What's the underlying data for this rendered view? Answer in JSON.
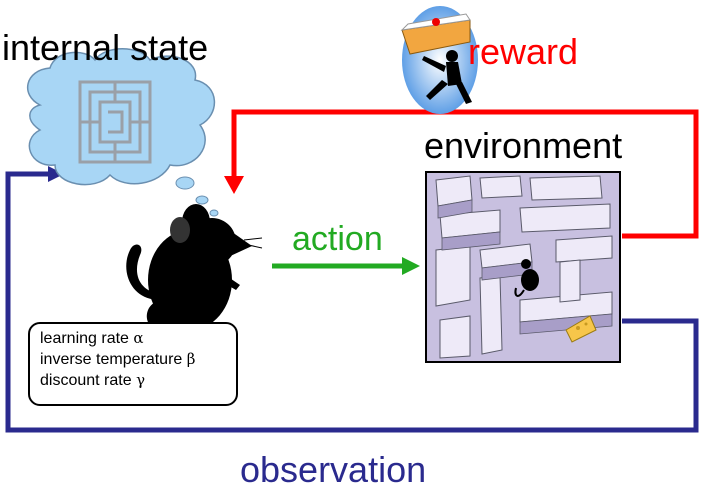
{
  "labels": {
    "internal_state": "internal state",
    "environment": "environment",
    "reward": "reward",
    "action": "action",
    "observation": "observation"
  },
  "parameters": [
    {
      "text": "learning rate",
      "symbol": "α"
    },
    {
      "text": "inverse temperature",
      "symbol": "β"
    },
    {
      "text": "discount rate",
      "symbol": "γ"
    }
  ],
  "colors": {
    "reward_arrow": "#ff0000",
    "action_arrow": "#22aa22",
    "observation_arrow": "#2a2a8e",
    "text": "#000000",
    "cloud_fill": "#a8d6f5",
    "maze_floor": "#c8c0e0"
  },
  "icons": {
    "thought": "cloud-with-maze-icon",
    "agent": "rat-silhouette-icon",
    "environment": "maze-with-rat-icon",
    "reward": "running-man-with-cake-icon",
    "goal": "cheese-icon"
  }
}
